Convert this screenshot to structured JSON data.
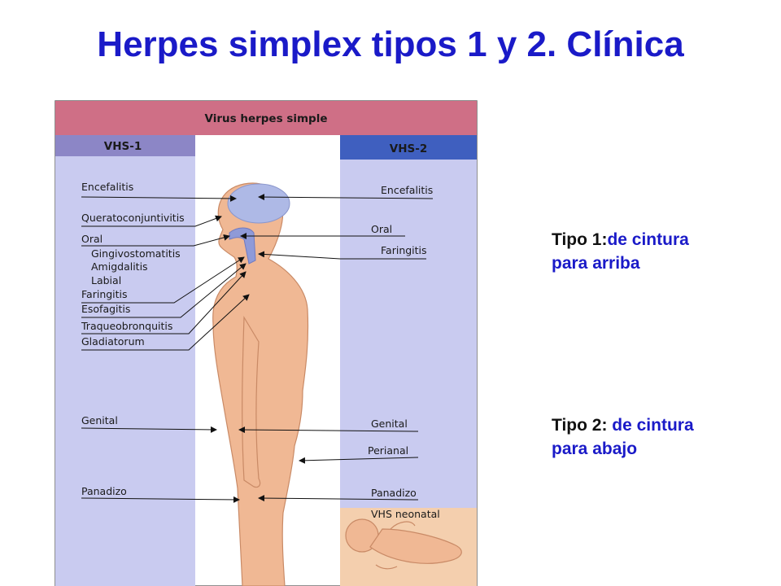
{
  "title": "Herpes simplex tipos 1 y 2. Clínica",
  "diagram": {
    "header": "Virus herpes simple",
    "col_left": "VHS-1",
    "col_right": "VHS-2",
    "left_labels": [
      "Encefalitis",
      "Queratoconjuntivitis",
      "Oral",
      "Gingivostomatitis",
      "Amigdalitis",
      "Labial",
      "Faringitis",
      "Esofagitis",
      "Traqueobronquitis",
      "Gladiatorum",
      "Genital",
      "Panadizo"
    ],
    "right_labels": [
      "Encefalitis",
      "Oral",
      "Faringitis",
      "Genital",
      "Perianal",
      "Panadizo",
      "VHS neonatal"
    ],
    "colors": {
      "header_band": "#cf6f86",
      "column_header": "#8c86c6",
      "vhs2_header": "#3f5fbf",
      "panel": "#c9cbf0",
      "skin": "#f0b894",
      "neonatal_box": "#f4cfae",
      "brain": "#aeb9e6"
    }
  },
  "notes": [
    {
      "key": "Tipo 1:",
      "line1": "de cintura",
      "line2": "para arriba"
    },
    {
      "key": "Tipo 2: ",
      "line1": "de cintura",
      "line2": "para abajo"
    }
  ]
}
